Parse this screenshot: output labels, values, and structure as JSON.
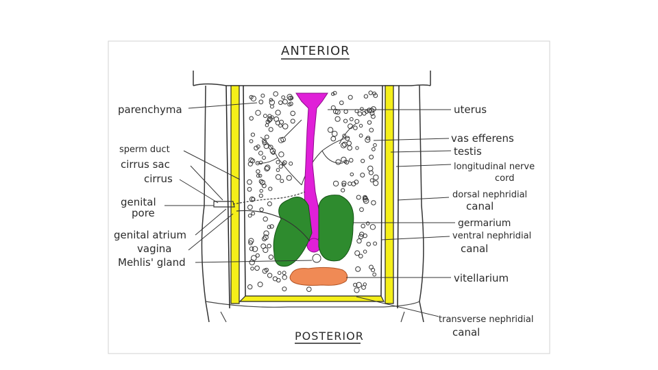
{
  "diagram": {
    "heading_top": "ANTERIOR",
    "heading_bottom": "POSTERIOR",
    "labels_left": {
      "parenchyma": "parenchyma",
      "sperm_duct": "sperm duct",
      "cirrus_sac": "cirrus sac",
      "cirrus": "cirrus",
      "genital_pore_1": "genital",
      "genital_pore_2": "pore",
      "genital_atrium": "genital atrium",
      "vagina": "vagina",
      "mehlis_gland": "Mehlis' gland"
    },
    "labels_right": {
      "uterus": "uterus",
      "vas_efferens": "vas efferens",
      "testis": "testis",
      "longitudinal_nerve_1": "longitudinal nerve",
      "longitudinal_nerve_2": "cord",
      "dorsal_canal_1": "dorsal nephridial",
      "dorsal_canal_2": "canal",
      "germarium": "germarium",
      "ventral_canal_1": "ventral nephridial",
      "ventral_canal_2": "canal",
      "vitellarium": "vitellarium",
      "transverse_canal_1": "transverse nephridial",
      "transverse_canal_2": "canal"
    },
    "colors": {
      "uterus": "#e020d8",
      "germarium": "#2e8b2e",
      "vitellarium": "#f08a55",
      "nerve_cord": "#f5ef1a",
      "outline": "#1a1a1a"
    }
  }
}
